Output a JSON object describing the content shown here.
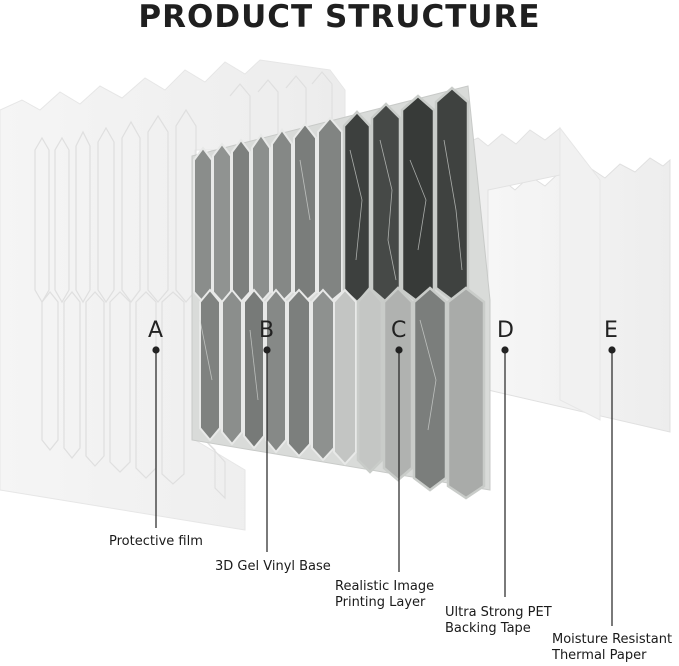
{
  "title": "PRODUCT STRUCTURE",
  "layers": [
    {
      "letter": "A",
      "lines": [
        "Protective film"
      ]
    },
    {
      "letter": "B",
      "lines": [
        "3D Gel Vinyl Base"
      ]
    },
    {
      "letter": "C",
      "lines": [
        "Realistic Image",
        "Printing Layer"
      ]
    },
    {
      "letter": "D",
      "lines": [
        "Ultra Strong PET",
        "Backing Tape"
      ]
    },
    {
      "letter": "E",
      "lines": [
        "Moisture Resistant",
        "Thermal Paper"
      ]
    }
  ],
  "colors": {
    "tile_dark": "#3a3d3b",
    "tile_mid": "#6b6e6c",
    "tile_light": "#8f9290",
    "leader_line": "#222222"
  }
}
